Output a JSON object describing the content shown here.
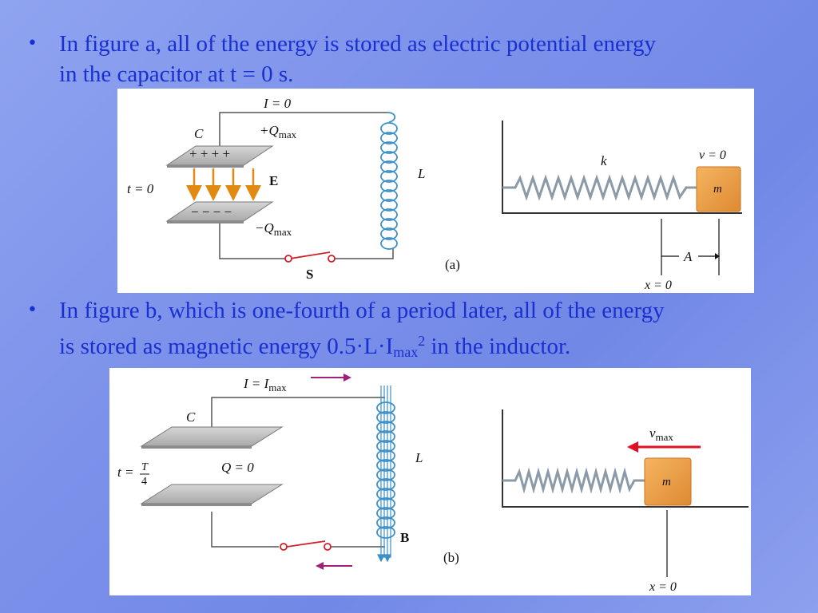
{
  "bullets": {
    "a": {
      "symbol": "•",
      "text": "In figure a, all of the energy is stored as electric potential energy",
      "text2": "in the capacitor at t = 0 s."
    },
    "b": {
      "symbol": "•",
      "text": "In figure b, which is one-fourth of a period later, all of the energy",
      "text2_pre": "is stored as magnetic energy 0.5·L·I",
      "text2_sub": "max",
      "text2_sup": "2",
      "text2_post": " in the inductor."
    }
  },
  "figure_a": {
    "current_label": "I = 0",
    "cap_label": "C",
    "plus_q": "+Q",
    "plus_q_sub": "max",
    "plus_signs": "+ + + +",
    "minus_signs": "− − − −",
    "minus_q": "−Q",
    "minus_q_sub": "max",
    "time": "t = 0",
    "field": "E",
    "inductor": "L",
    "switch": "S",
    "caption": "(a)",
    "spring_k": "k",
    "velocity": "v = 0",
    "mass": "m",
    "amplitude": "A",
    "x_zero": "x = 0"
  },
  "figure_b": {
    "current_label": "I = I",
    "current_sub": "max",
    "cap_label": "C",
    "charge": "Q = 0",
    "time_t": "t =",
    "time_num": "T",
    "time_den": "4",
    "inductor": "L",
    "field": "B",
    "caption": "(b)",
    "velocity": "v",
    "velocity_sub": "max",
    "mass": "m",
    "x_zero": "x = 0"
  },
  "colors": {
    "bullet_text": "#1a2fd0",
    "arrow_orange": "#e08a12",
    "arrow_purple": "#a0207a",
    "coil_blue": "#3c8fc8",
    "block": "#f0a04a",
    "arrow_red": "#e01020"
  }
}
